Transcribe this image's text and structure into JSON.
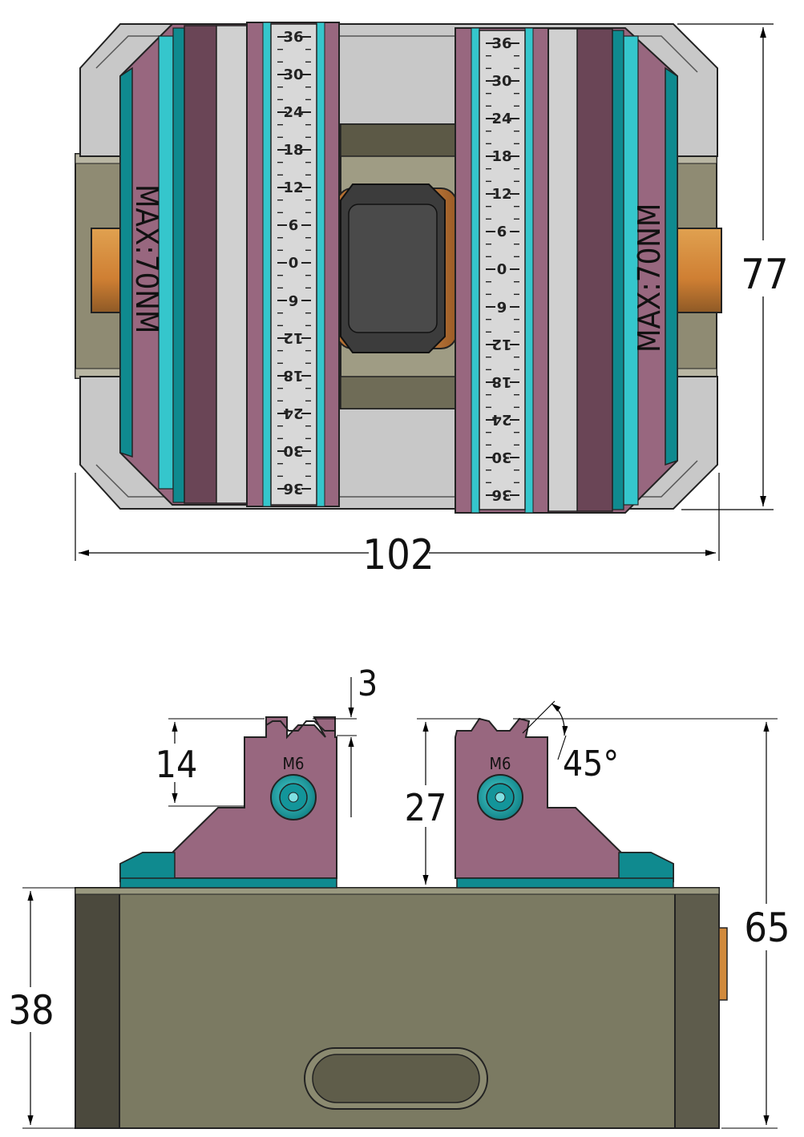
{
  "top_view": {
    "scale_left": [
      "36",
      "30",
      "24",
      "18",
      "12",
      "6",
      "0",
      "6",
      "12",
      "18",
      "24",
      "30",
      "36"
    ],
    "scale_right": [
      "36",
      "30",
      "24",
      "18",
      "12",
      "6",
      "0",
      "6",
      "12",
      "18",
      "24",
      "30",
      "36"
    ],
    "torque_left": "MAX:70NM",
    "torque_right": "MAX:70NM",
    "dim_width": "102",
    "dim_depth": "77"
  },
  "front_view": {
    "thread_left": "M6",
    "thread_right": "M6",
    "dim_groove": "3",
    "dim_step": "14",
    "dim_jaw_height": "27",
    "dim_angle": "45°",
    "dim_total_height": "65",
    "dim_base_height": "38"
  },
  "colors": {
    "base": "#c8c8c8",
    "base_dark": "#6f6c57",
    "jaw": "#98677f",
    "jaw_dark": "#6a4556",
    "teal": "#0f8a8f",
    "teal_light": "#35c6cc",
    "brass": "#d18a3c",
    "scale_bg": "#d8d8d8"
  }
}
